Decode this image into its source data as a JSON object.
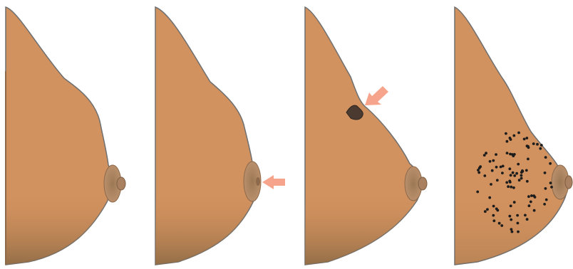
{
  "panels": [
    {
      "id": "normal",
      "marker": "none"
    },
    {
      "id": "nipple",
      "marker": "arrow-left"
    },
    {
      "id": "dimpling",
      "marker": "arrow-down-left"
    },
    {
      "id": "dotted",
      "marker": "dots"
    }
  ],
  "colors": {
    "skin": "#d2925f",
    "skin_shadow": "#a9764b",
    "outline": "#6f6f6f",
    "areola": "#b08561",
    "areola_dark": "#8d6a4b",
    "arrow": "#f6a58c",
    "dots": "#1c1c1c",
    "bg": "#ffffff"
  },
  "icons": [
    "arrow-left-icon",
    "arrow-down-left-icon"
  ]
}
